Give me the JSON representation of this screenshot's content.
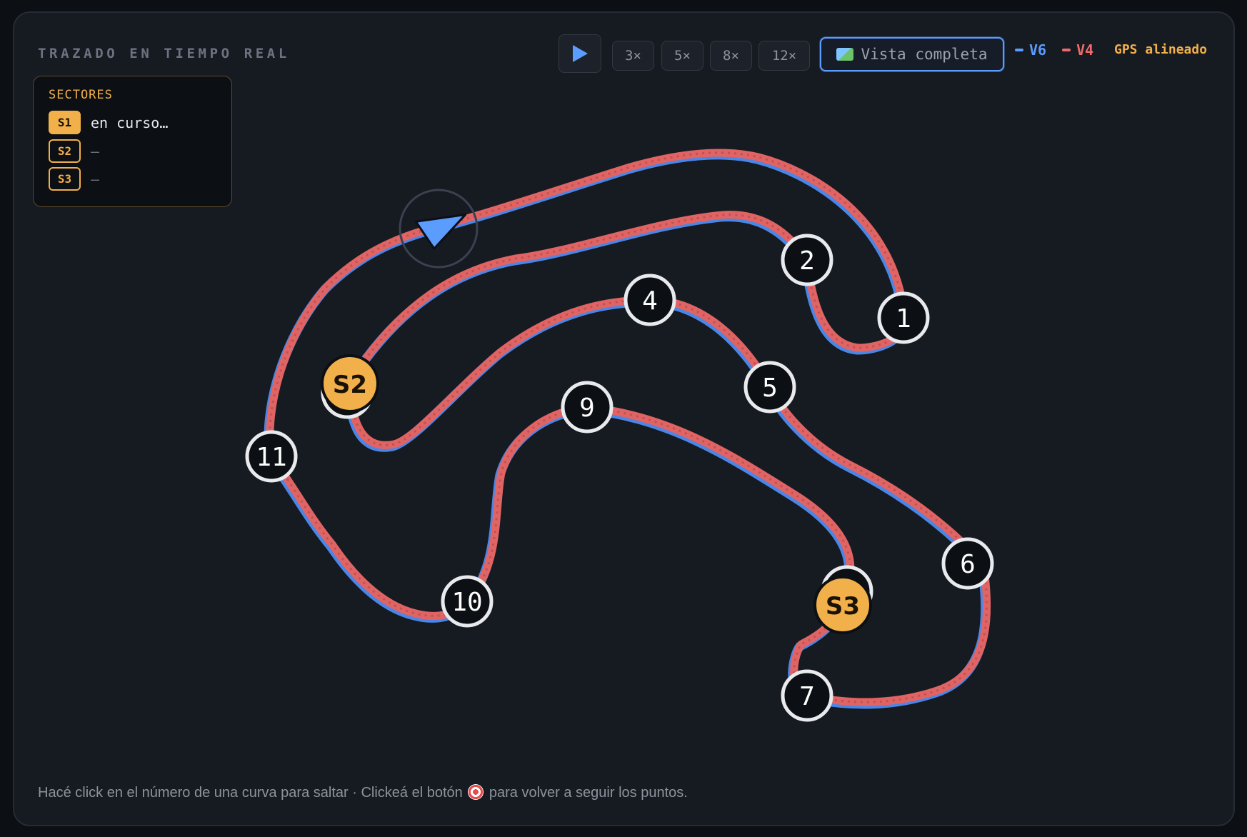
{
  "header": {
    "title": "TRAZADO EN TIEMPO REAL"
  },
  "toolbar": {
    "speeds": [
      "3×",
      "5×",
      "8×",
      "12×"
    ],
    "view_label": "Vista completa",
    "view_icon": "map-icon",
    "play_icon": "play-icon"
  },
  "legend": {
    "items": [
      {
        "label": "V6",
        "color": "#5b9cff"
      },
      {
        "label": "V4",
        "color": "#ef6b6b"
      }
    ],
    "gps_status": "GPS alineado"
  },
  "sectors": {
    "title": "SECTORES",
    "rows": [
      {
        "badge": "S1",
        "text": "en curso…",
        "active": true
      },
      {
        "badge": "S2",
        "text": "—",
        "active": false
      },
      {
        "badge": "S3",
        "text": "—",
        "active": false
      }
    ]
  },
  "turns": [
    "1",
    "2",
    "4",
    "5",
    "6",
    "7",
    "9",
    "10",
    "11"
  ],
  "sector_markers": [
    "S2",
    "S3"
  ],
  "hint": {
    "before": "Hacé click en el número de una curva para saltar · Clickeá el botón",
    "after": "para volver a seguir los puntos."
  },
  "colors": {
    "accent": "#f2b04a",
    "v6": "#5b9cff",
    "v4": "#ef6b6b",
    "background": "#161a21"
  }
}
